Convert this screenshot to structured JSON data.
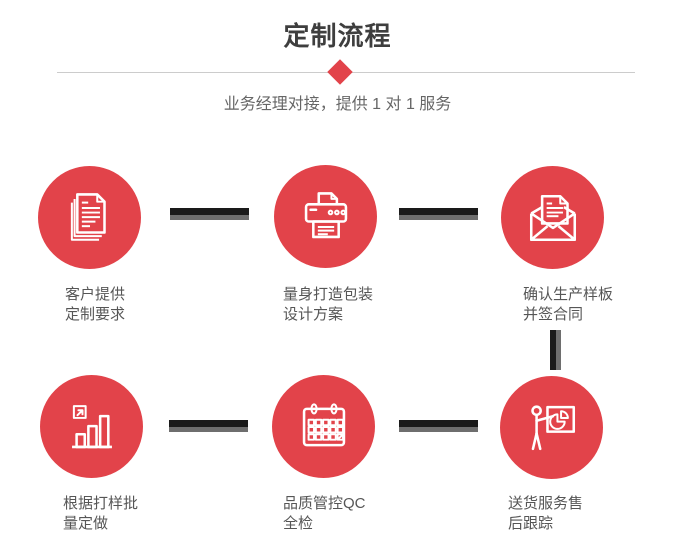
{
  "header": {
    "title": "定制流程",
    "subtitle": "业务经理对接，提供 1 对 1 服务"
  },
  "colors": {
    "accent_red": "#e2434a",
    "connector_dark": "#1a1a1a",
    "connector_gray": "#6e6e6e",
    "title_text": "#3e3e3e",
    "label_text": "#565656",
    "divider_line": "#cccccc"
  },
  "steps": [
    {
      "icon": "documents-icon",
      "label_line1": "客户提供",
      "label_line2": "定制要求"
    },
    {
      "icon": "printer-icon",
      "label_line1": "量身打造包装",
      "label_line2": "设计方案"
    },
    {
      "icon": "envelope-letter-icon",
      "label_line1": "确认生产样板",
      "label_line2": "并签合同"
    },
    {
      "icon": "bar-chart-icon",
      "label_line1": "根据打样批",
      "label_line2": "量定做"
    },
    {
      "icon": "calendar-icon",
      "label_line1": "品质管控QC",
      "label_line2": "全检"
    },
    {
      "icon": "presentation-icon",
      "label_line1": "送货服务售",
      "label_line2": "后跟踪"
    }
  ]
}
